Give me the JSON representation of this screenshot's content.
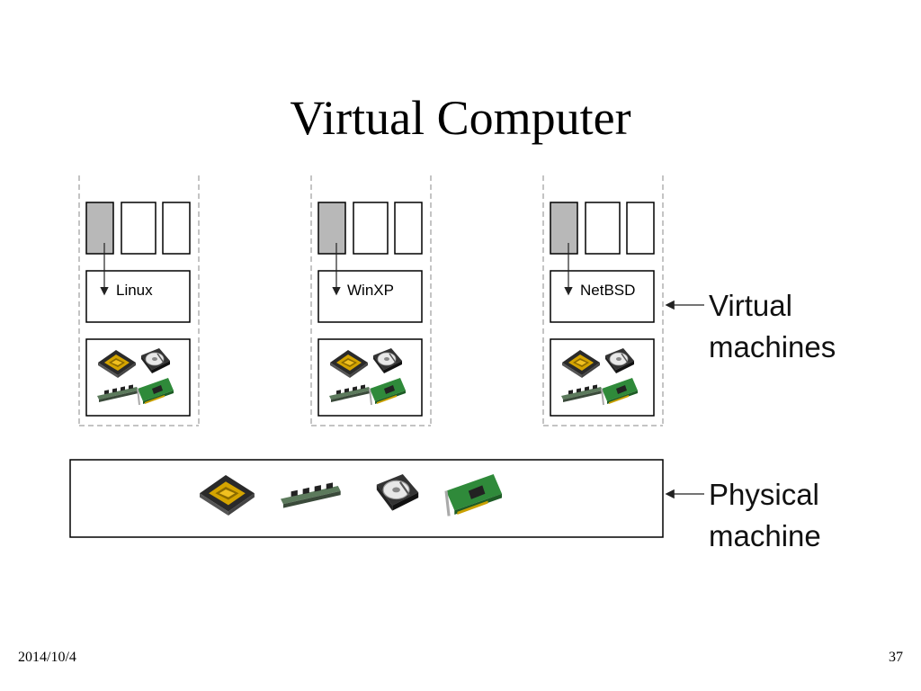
{
  "slide": {
    "title": "Virtual Computer",
    "date": "2014/10/4",
    "page_number": "37"
  },
  "virtual_machines": [
    {
      "os": "Linux"
    },
    {
      "os": "WinXP"
    },
    {
      "os": "NetBSD"
    }
  ],
  "labels": {
    "virtual_line1": "Virtual",
    "virtual_line2": "machines",
    "physical_line1": "Physical",
    "physical_line2": "machine"
  },
  "hardware_icons": [
    "cpu-chip-icon",
    "ram-module-icon",
    "hard-disk-icon",
    "network-card-icon"
  ]
}
